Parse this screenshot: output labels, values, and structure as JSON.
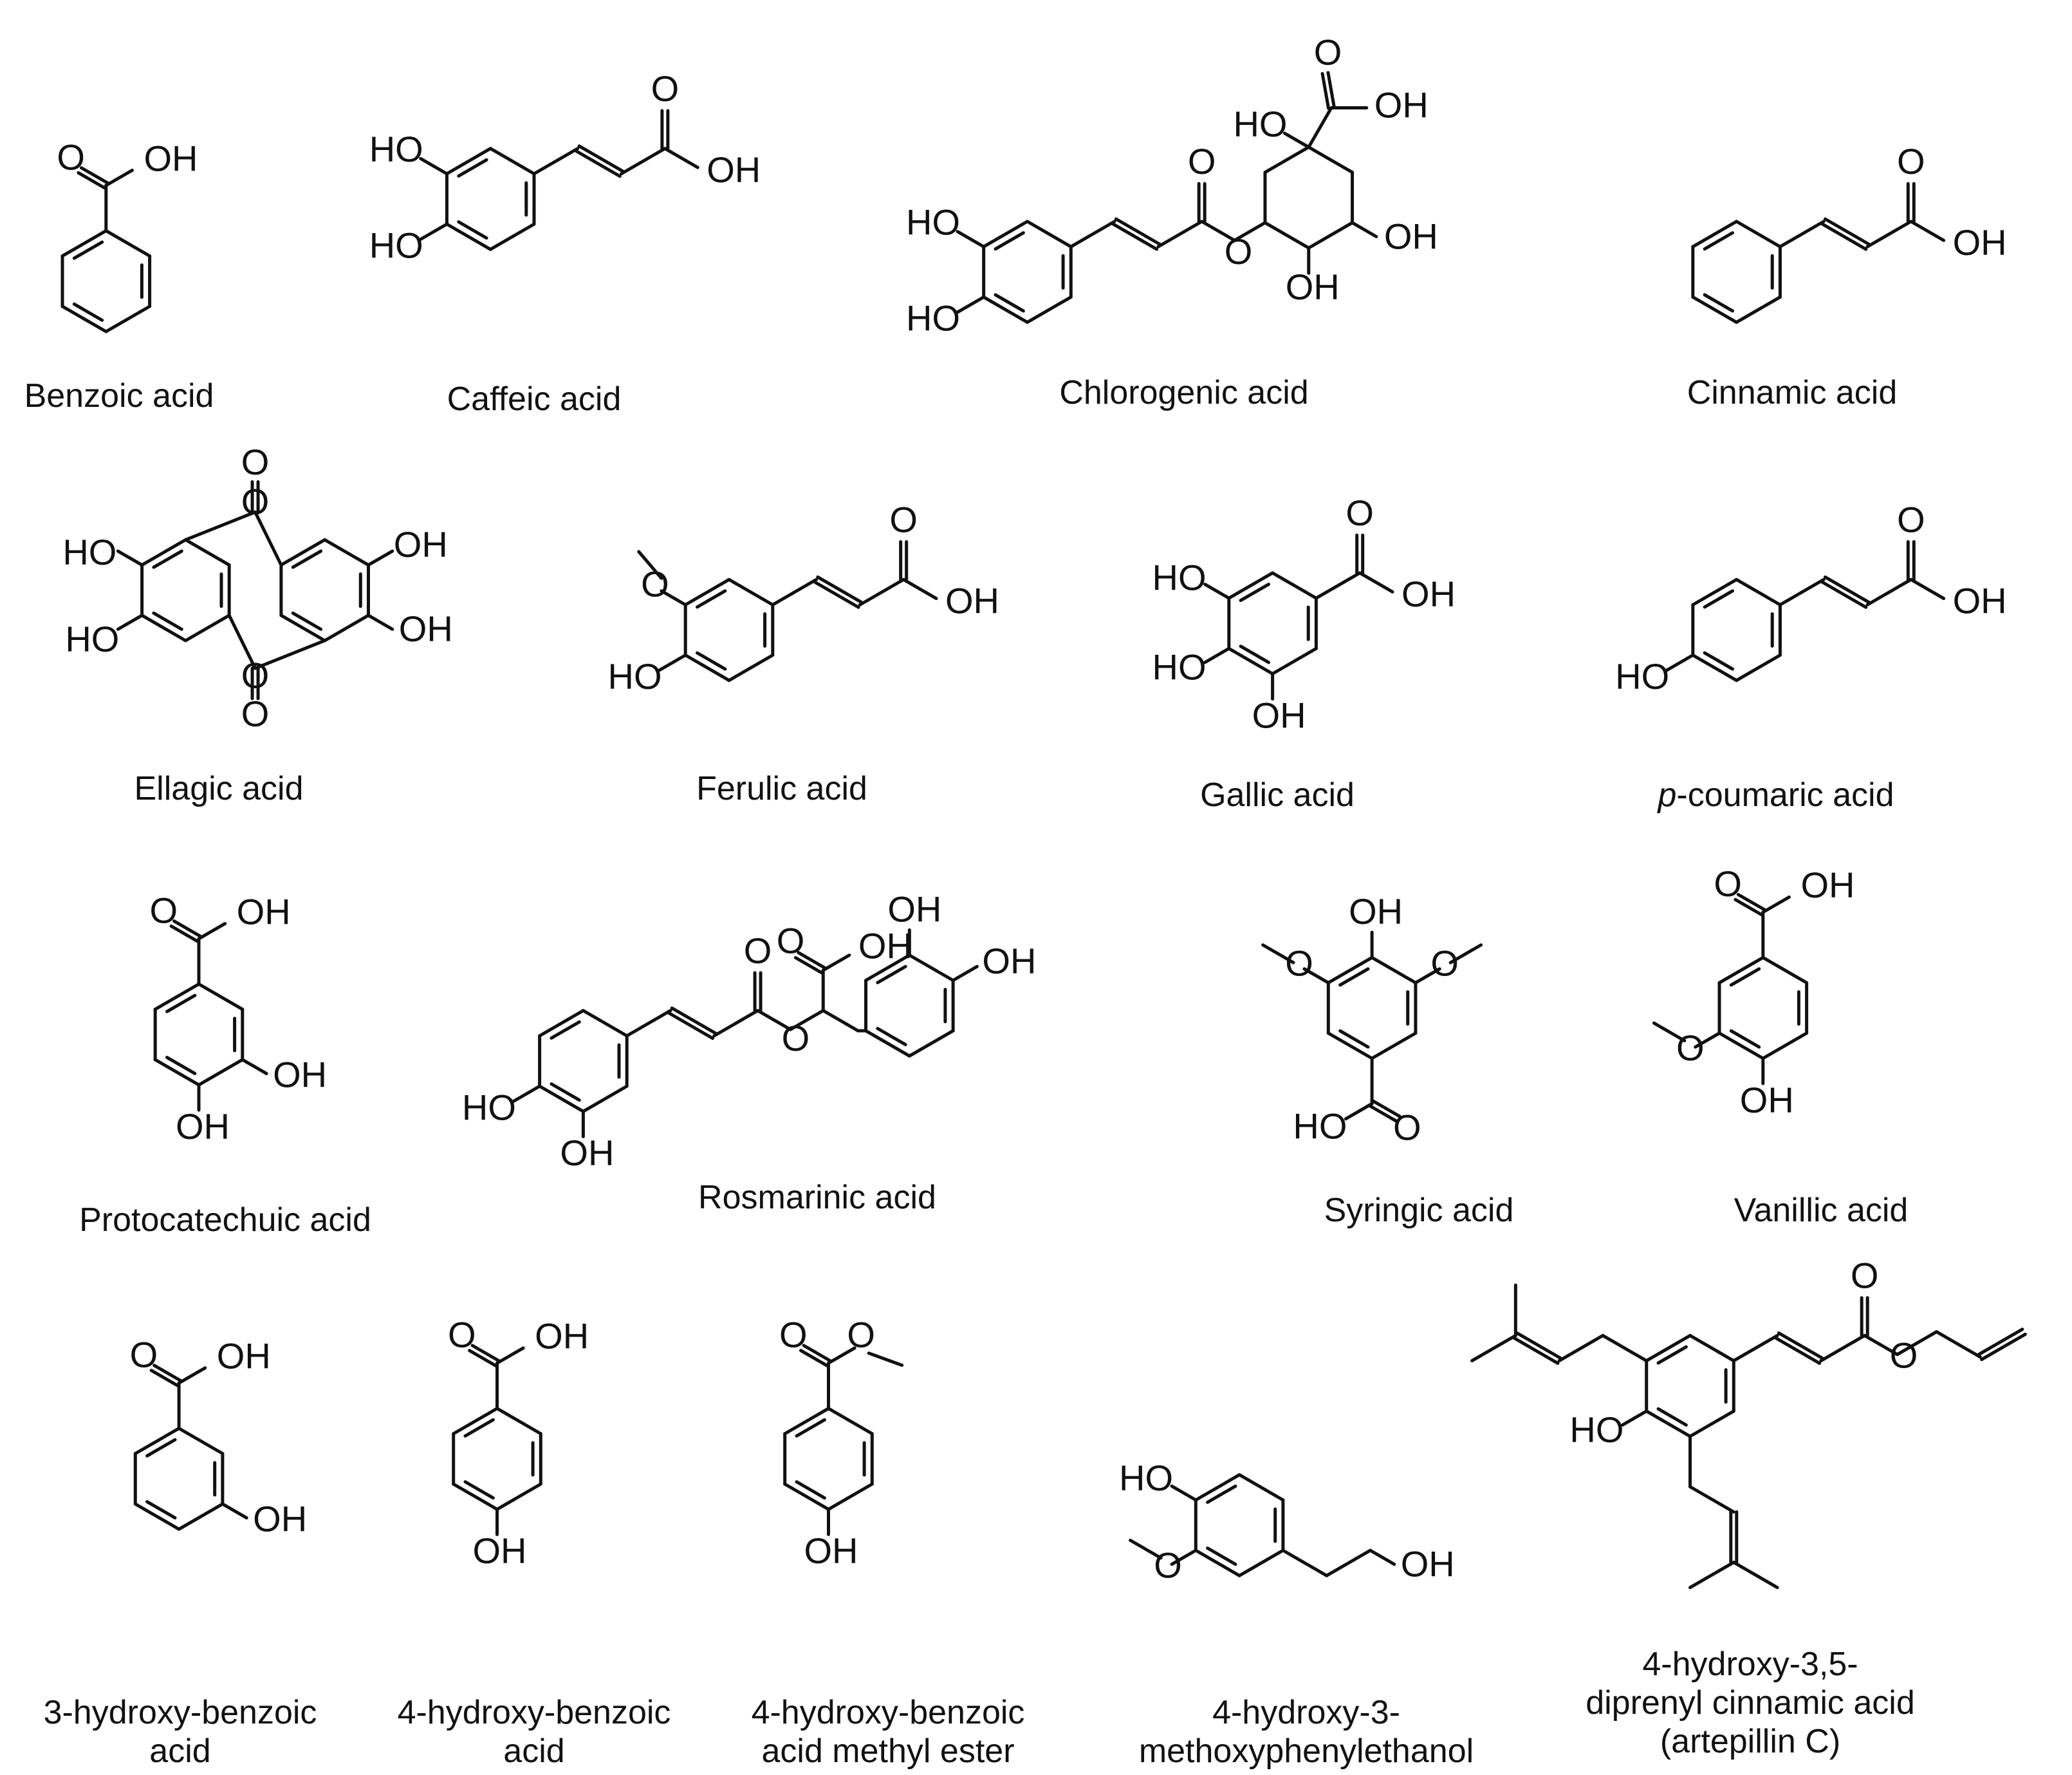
{
  "figure": {
    "molecules": [
      {
        "key": "benzoic",
        "name": "Benzoic acid"
      },
      {
        "key": "caffeic",
        "name": "Caffeic acid"
      },
      {
        "key": "chlorogenic",
        "name": "Chlorogenic acid"
      },
      {
        "key": "cinnamic",
        "name": "Cinnamic acid"
      },
      {
        "key": "ellagic",
        "name": "Ellagic acid"
      },
      {
        "key": "ferulic",
        "name": "Ferulic acid"
      },
      {
        "key": "gallic",
        "name": "Gallic acid"
      },
      {
        "key": "pcoumaric",
        "name_prefix": "p",
        "name": "-coumaric acid"
      },
      {
        "key": "protocatechuic",
        "name": "Protocatechuic acid"
      },
      {
        "key": "rosmarinic",
        "name": "Rosmarinic acid"
      },
      {
        "key": "syringic",
        "name": "Syringic acid"
      },
      {
        "key": "vanillic",
        "name": "Vanillic acid"
      },
      {
        "key": "hb3",
        "name_lines": [
          "3-hydroxy-benzoic",
          "acid"
        ]
      },
      {
        "key": "hb4",
        "name_lines": [
          "4-hydroxy-benzoic",
          "acid"
        ]
      },
      {
        "key": "hb4me",
        "name_lines": [
          "4-hydroxy-benzoic",
          "acid methyl ester"
        ]
      },
      {
        "key": "hmpe",
        "name_lines": [
          "4-hydroxy-3-",
          "methoxyphenylethanol"
        ]
      },
      {
        "key": "artepillin",
        "name_lines": [
          "4-hydroxy-3,5-",
          "diprenyl cinnamic acid",
          "(artepillin C)"
        ]
      }
    ],
    "atom_labels": {
      "hydroxyl": "OH",
      "hydroxyl_left": "HO",
      "oxygen": "O"
    }
  }
}
